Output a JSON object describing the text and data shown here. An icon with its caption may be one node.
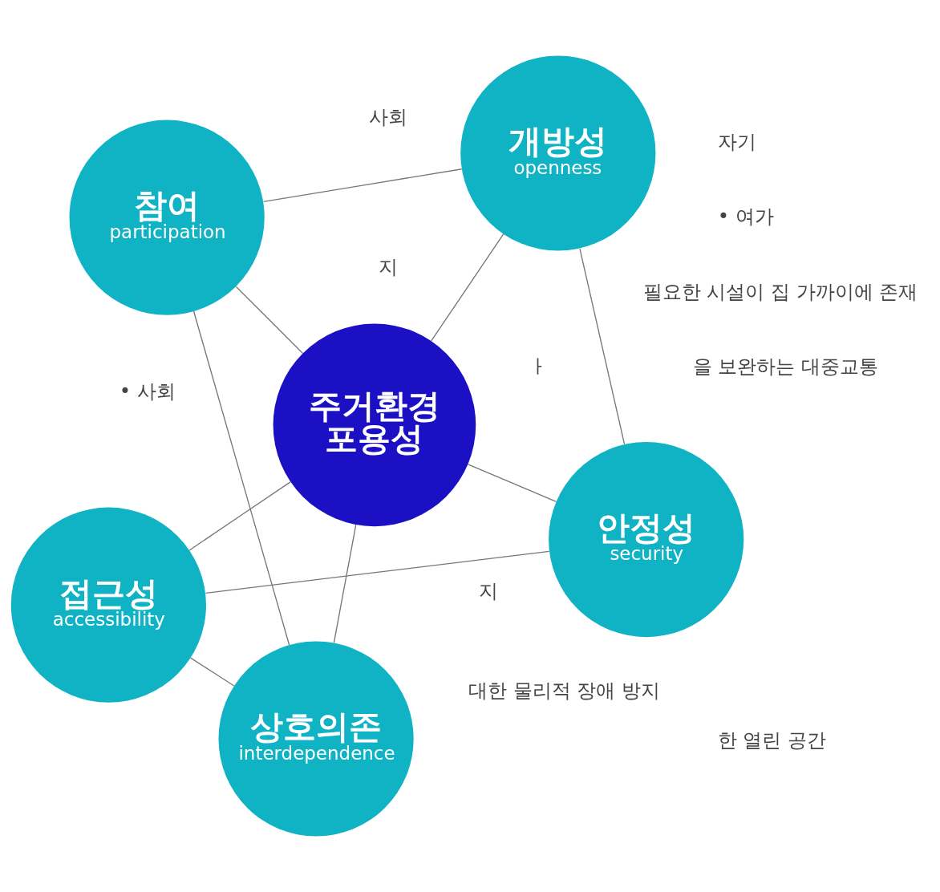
{
  "diagram": {
    "nodes": [
      {
        "text": [
          "접근성",
          "accessibility"
        ]
      },
      {
        "text": [
          "안정성",
          "security"
        ]
      },
      {
        "text": [
          "상호의존",
          "interdependence"
        ]
      },
      {
        "text": [
          "주거환경 포용성"
        ]
      },
      {
        "text": [
          "개방성",
          "openness"
        ]
      },
      {
        "text": [
          "참여",
          "participation"
        ]
      }
    ],
    "edges": [
      {
        "from": 0,
        "to": 2,
        "arrow": "none"
      },
      {
        "from": 2,
        "to": 5,
        "arrow": "none"
      },
      {
        "from": 5,
        "to": 4,
        "arrow": "none"
      },
      {
        "from": 4,
        "to": 1,
        "arrow": "none"
      },
      {
        "from": 1,
        "to": 0,
        "arrow": "none"
      },
      {
        "from": 3,
        "to": 0,
        "arrow": "none"
      },
      {
        "from": 3,
        "to": 1,
        "arrow": "none"
      },
      {
        "from": 3,
        "to": 2,
        "arrow": "none"
      },
      {
        "from": 3,
        "to": 4,
        "arrow": "none"
      },
      {
        "from": 3,
        "to": 5,
        "arrow": "none"
      }
    ],
    "labels": [
      "필요한 시설이 집 가까이에 존재",
      "을 보완하는 대중교통",
      "대한 물리적 장애 방지",
      "ㅏ",
      "지",
      "한 열린 공간",
      "지",
      "• 사회",
      "사회",
      "• 여가",
      "자기"
    ]
  }
}
